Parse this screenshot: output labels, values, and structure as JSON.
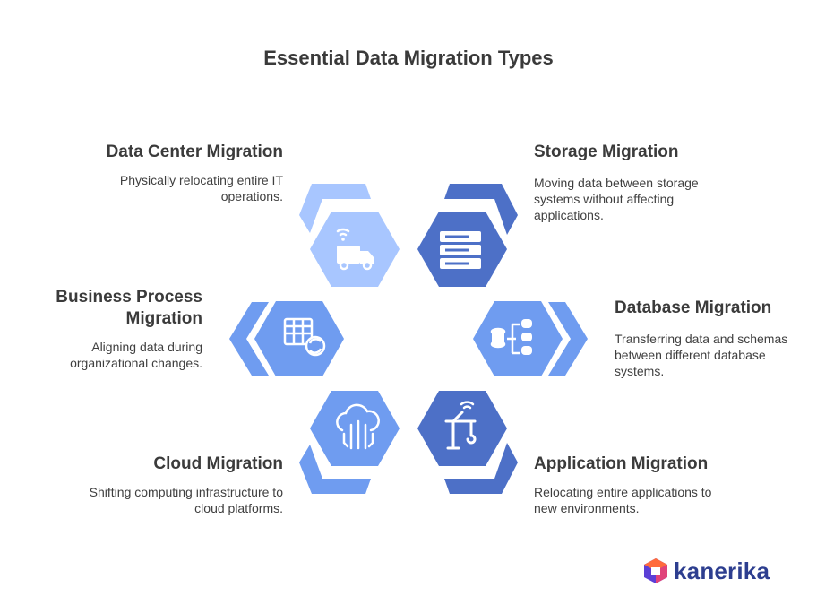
{
  "title": "Essential Data Migration Types",
  "items": [
    {
      "heading": "Data Center Migration",
      "description": "Physically relocating entire IT operations."
    },
    {
      "heading": "Storage Migration",
      "description": "Moving data between storage systems without affecting applications."
    },
    {
      "heading": "Business Process Migration",
      "description": "Aligning data during organizational changes."
    },
    {
      "heading": "Database Migration",
      "description": "Transferring data and schemas between different database systems."
    },
    {
      "heading": "Cloud Migration",
      "description": "Shifting computing infrastructure to cloud platforms."
    },
    {
      "heading": "Application Migration",
      "description": "Relocating entire applications to new environments."
    }
  ],
  "icons": [
    "truck-wifi-icon",
    "storage-stack-icon",
    "table-sync-icon",
    "database-flow-icon",
    "cloud-circuit-icon",
    "crane-wifi-icon"
  ],
  "colors": {
    "light_blue": "#a8c6ff",
    "mid_blue": "#6f9cf0",
    "dark_blue": "#4d70c7",
    "text": "#3b3b3b"
  },
  "brand": {
    "name": "kanerika"
  }
}
